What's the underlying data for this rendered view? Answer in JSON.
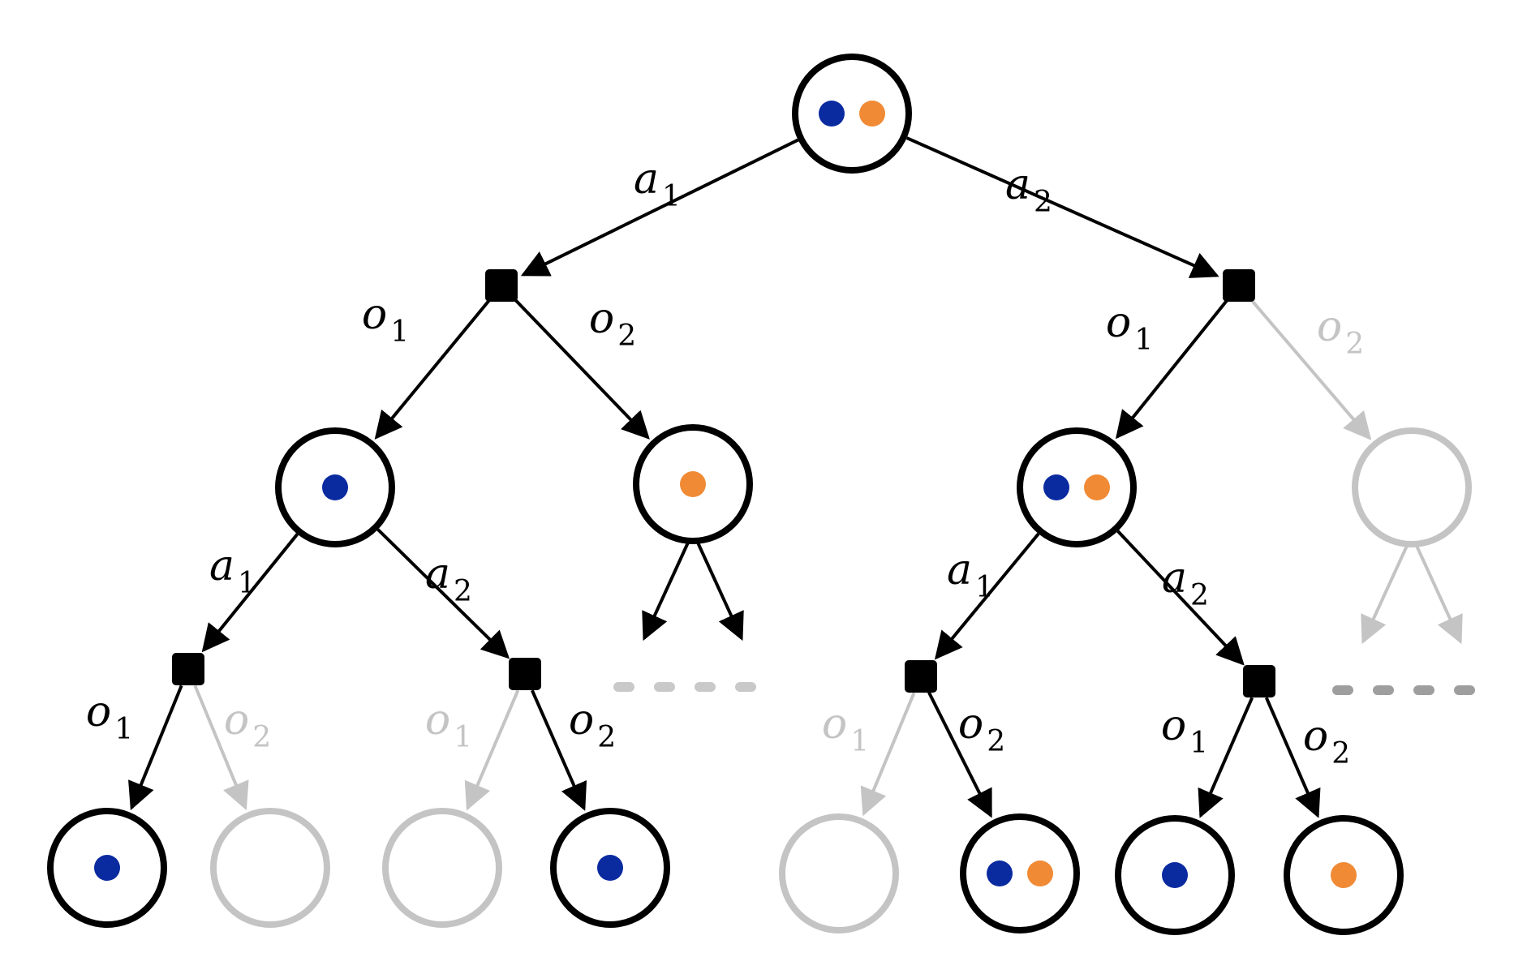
{
  "colors": {
    "active": "#000000",
    "inactive": "#c4c4c4",
    "particle_blue": "#0a2aa0",
    "particle_orange": "#f08a35",
    "background": "#ffffff"
  },
  "labels": {
    "a": "a",
    "o": "o",
    "sub1": "1",
    "sub2": "2"
  },
  "tree": {
    "belief_nodes": [
      {
        "id": "root",
        "active": true,
        "particles": [
          "blue",
          "orange"
        ]
      },
      {
        "id": "a1o1",
        "active": true,
        "particles": [
          "blue"
        ]
      },
      {
        "id": "a1o2",
        "active": true,
        "particles": [
          "orange"
        ]
      },
      {
        "id": "a2o1",
        "active": true,
        "particles": [
          "blue",
          "orange"
        ]
      },
      {
        "id": "a2o2",
        "active": false,
        "particles": []
      },
      {
        "id": "a1o1a1o1",
        "active": true,
        "particles": [
          "blue"
        ]
      },
      {
        "id": "a1o1a1o2",
        "active": false,
        "particles": []
      },
      {
        "id": "a1o1a2o1",
        "active": false,
        "particles": []
      },
      {
        "id": "a1o1a2o2",
        "active": true,
        "particles": [
          "blue"
        ]
      },
      {
        "id": "a2o1a1o1",
        "active": false,
        "particles": []
      },
      {
        "id": "a2o1a1o2",
        "active": true,
        "particles": [
          "blue",
          "orange"
        ]
      },
      {
        "id": "a2o1a2o1",
        "active": true,
        "particles": [
          "blue"
        ]
      },
      {
        "id": "a2o1a2o2",
        "active": true,
        "particles": [
          "orange"
        ]
      }
    ],
    "action_nodes": [
      "a1",
      "a2",
      "a1o1a1",
      "a1o1a2",
      "a2o1a1",
      "a2o1a2"
    ],
    "action_edges": [
      {
        "from": "root",
        "to": "a1",
        "label_sub": "1"
      },
      {
        "from": "root",
        "to": "a2",
        "label_sub": "2"
      },
      {
        "from": "a1o1",
        "to": "a1o1a1",
        "label_sub": "1"
      },
      {
        "from": "a1o1",
        "to": "a1o1a2",
        "label_sub": "2"
      },
      {
        "from": "a2o1",
        "to": "a2o1a1",
        "label_sub": "1"
      },
      {
        "from": "a2o1",
        "to": "a2o1a2",
        "label_sub": "2"
      }
    ],
    "observation_edges": [
      {
        "from": "a1",
        "to": "a1o1",
        "label_sub": "1",
        "active": true
      },
      {
        "from": "a1",
        "to": "a1o2",
        "label_sub": "2",
        "active": true
      },
      {
        "from": "a2",
        "to": "a2o1",
        "label_sub": "1",
        "active": true
      },
      {
        "from": "a2",
        "to": "a2o2",
        "label_sub": "2",
        "active": false
      },
      {
        "from": "a1o1a1",
        "to": "a1o1a1o1",
        "label_sub": "1",
        "active": true
      },
      {
        "from": "a1o1a1",
        "to": "a1o1a1o2",
        "label_sub": "2",
        "active": false
      },
      {
        "from": "a1o1a2",
        "to": "a1o1a2o1",
        "label_sub": "1",
        "active": false
      },
      {
        "from": "a1o1a2",
        "to": "a1o1a2o2",
        "label_sub": "2",
        "active": true
      },
      {
        "from": "a2o1a1",
        "to": "a2o1a1o1",
        "label_sub": "1",
        "active": false
      },
      {
        "from": "a2o1a1",
        "to": "a2o1a1o2",
        "label_sub": "2",
        "active": true
      },
      {
        "from": "a2o1a2",
        "to": "a2o1a2o1",
        "label_sub": "1",
        "active": true
      },
      {
        "from": "a2o1a2",
        "to": "a2o1a2o2",
        "label_sub": "2",
        "active": true
      }
    ],
    "continuations": [
      {
        "from": "a1o2",
        "active": true
      },
      {
        "from": "a2o2",
        "active": false
      }
    ]
  }
}
